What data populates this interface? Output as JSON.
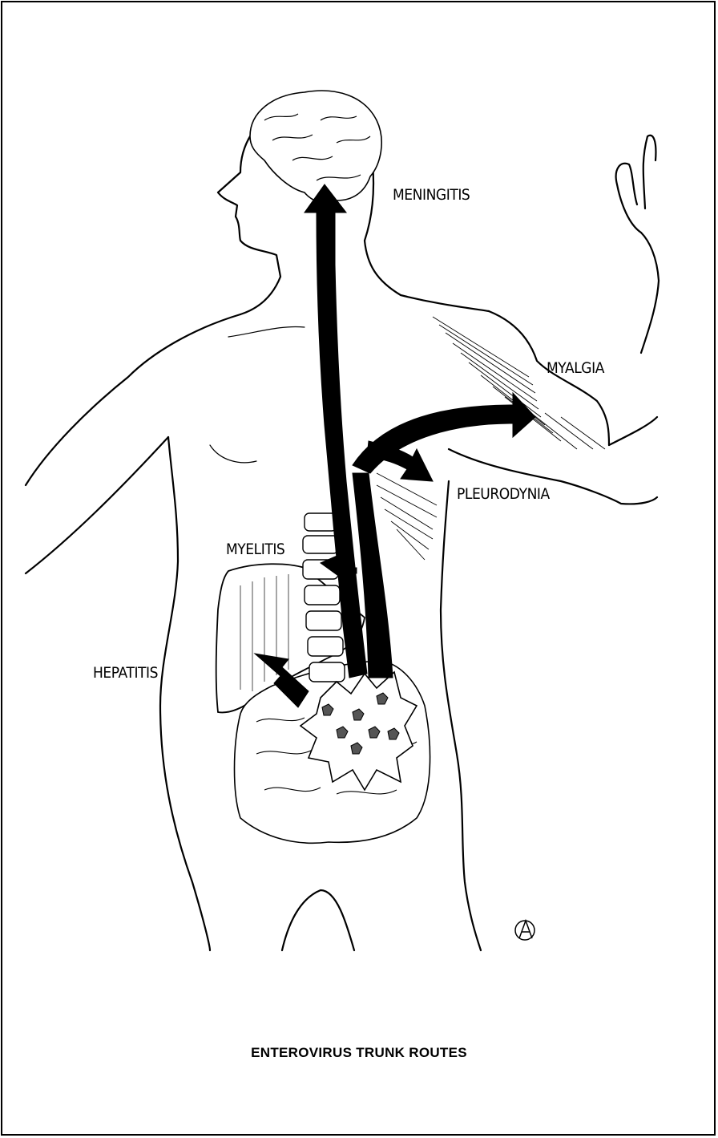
{
  "title": "ENTEROVIRUS TRUNK ROUTES",
  "labels": {
    "meningitis": "MENINGITIS",
    "myalgia": "MYALGIA",
    "pleurodynia": "PLEURODYNIA",
    "myelitis": "MYELITIS",
    "hepatitis": "HEPATITIS"
  },
  "colors": {
    "ink": "#000000",
    "paper": "#ffffff"
  }
}
